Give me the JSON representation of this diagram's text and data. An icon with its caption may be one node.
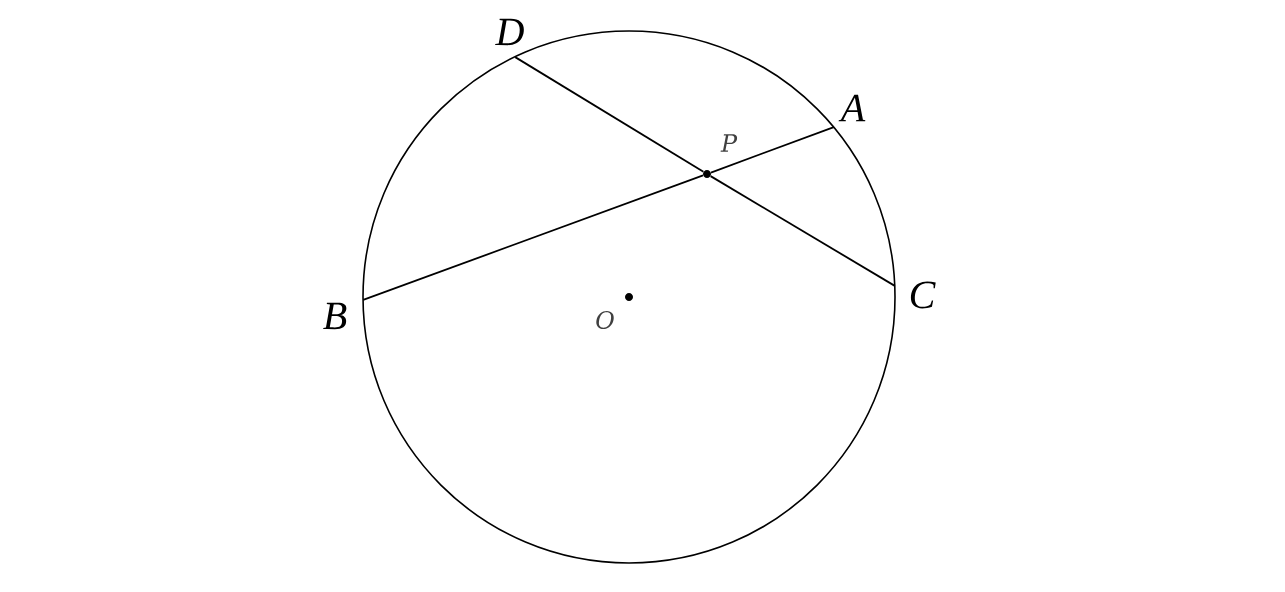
{
  "diagram": {
    "nodes": [
      {
        "text": [],
        "shape": "circle"
      },
      {
        "text": [
          "D"
        ]
      },
      {
        "text": [
          "A"
        ]
      },
      {
        "text": [
          "P"
        ],
        "in": 0
      },
      {
        "text": [
          "B"
        ]
      },
      {
        "text": [
          "C"
        ]
      },
      {
        "text": [
          "O"
        ],
        "in": 0
      }
    ],
    "edges": [
      {
        "from": 1,
        "to": 3,
        "arrow": "none"
      },
      {
        "from": 3,
        "to": 5,
        "arrow": "none"
      },
      {
        "from": 4,
        "to": 3,
        "arrow": "none"
      },
      {
        "from": 3,
        "to": 2,
        "arrow": "none"
      }
    ]
  }
}
